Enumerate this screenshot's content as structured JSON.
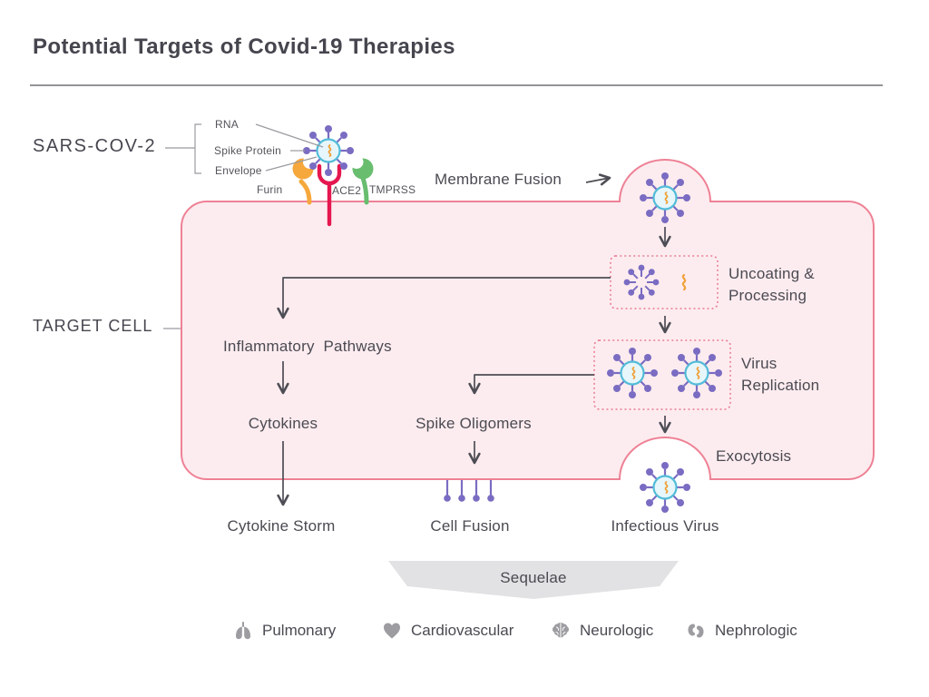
{
  "title": "Potential Targets of Covid-19 Therapies",
  "virus_section": {
    "label": "SARS-COV-2",
    "parts": [
      {
        "label": "RNA"
      },
      {
        "label": "Spike Protein"
      },
      {
        "label": "Envelope"
      }
    ],
    "receptors": [
      {
        "label": "Furin"
      },
      {
        "label": "ACE2"
      },
      {
        "label": "TMPRSS"
      }
    ]
  },
  "cell": {
    "label": "TARGET CELL",
    "entry_label": "Membrane Fusion",
    "steps": {
      "uncoating": "Uncoating &\nProcessing",
      "replication": "Virus\nReplication",
      "exocytosis": "Exocytosis",
      "inflammatory": "Inflammatory  Pathways",
      "cytokines": "Cytokines",
      "spike_oligomers": "Spike Oligomers"
    }
  },
  "outcomes": {
    "cytokine_storm": "Cytokine Storm",
    "cell_fusion": "Cell Fusion",
    "infectious_virus": "Infectious Virus"
  },
  "sequelae": {
    "label": "Sequelae",
    "systems": [
      {
        "icon": "lungs-icon",
        "label": "Pulmonary"
      },
      {
        "icon": "heart-icon",
        "label": "Cardiovascular"
      },
      {
        "icon": "brain-icon",
        "label": "Neurologic"
      },
      {
        "icon": "kidneys-icon",
        "label": "Nephrologic"
      }
    ]
  },
  "colors": {
    "text": "#4a4a52",
    "cell_fill": "#fdecef",
    "cell_border": "#ee8195",
    "dotted_box": "#e8849a",
    "virus_body_fill": "#e6f6fb",
    "virus_body_stroke": "#52bcd8",
    "spike_purple": "#7a6cc2",
    "rna_orange": "#f0a138",
    "furin_orange": "#f6a83c",
    "ace2_red": "#e5174f",
    "tmprss_green": "#68bd6e",
    "sequelae_gray": "#e2e2e4",
    "organ_icon_gray": "#9c9ca1"
  }
}
